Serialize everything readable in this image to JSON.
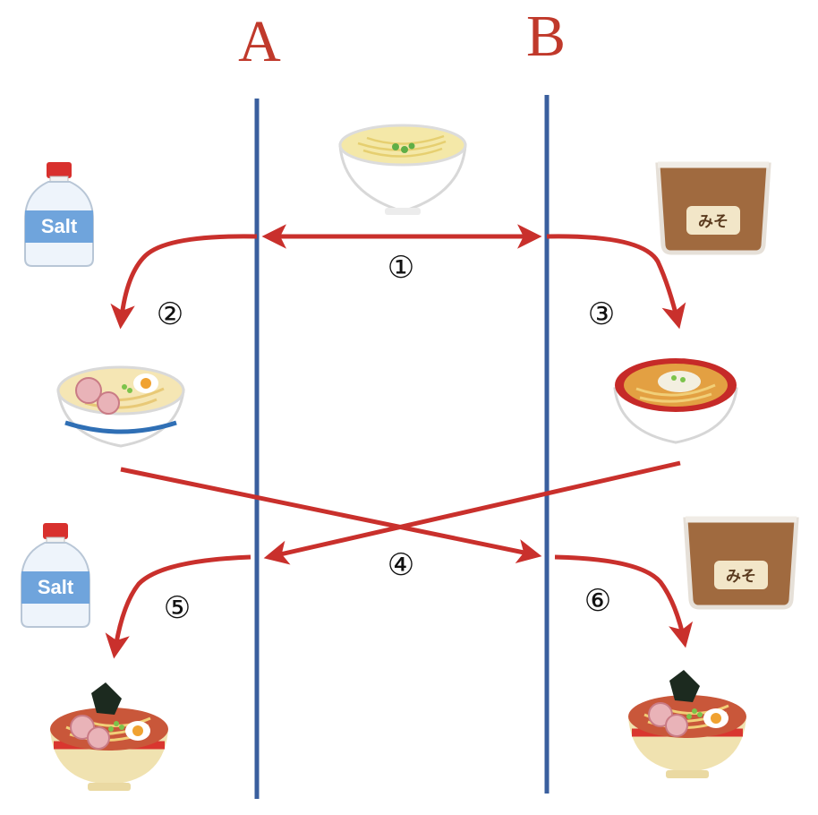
{
  "columns": {
    "a_label": "A",
    "b_label": "B"
  },
  "steps": {
    "s1": "①",
    "s2": "②",
    "s3": "③",
    "s4": "④",
    "s5": "⑤",
    "s6": "⑥"
  },
  "items": {
    "salt_text": "Salt",
    "miso_text": "みそ"
  },
  "icons": {
    "plain_noodles": "plain-noodle-bowl-icon",
    "salt_ramen": "salt-ramen-bowl-icon",
    "miso_ramen": "miso-ramen-bowl-icon",
    "shoyu_ramen": "shoyu-ramen-bowl-icon",
    "salt": "salt-shaker-icon",
    "miso": "miso-container-icon"
  },
  "colors": {
    "line": "#3a5f9e",
    "arrow": "#c9302c",
    "label": "#c0392b"
  }
}
